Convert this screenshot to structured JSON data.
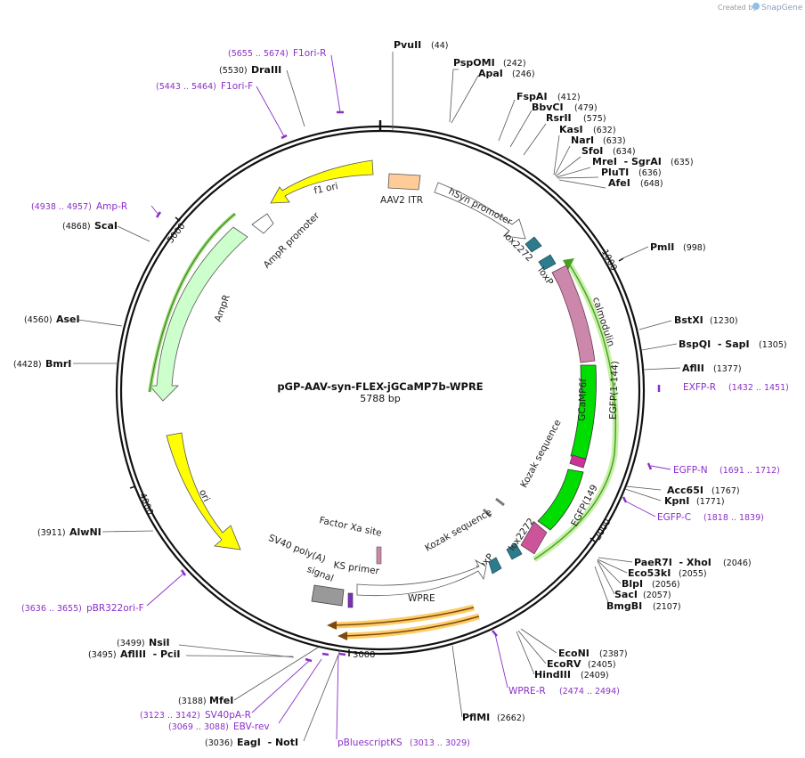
{
  "credit": {
    "prefix": "Created by",
    "brand": "SnapGene"
  },
  "plasmid": {
    "name": "pGP-AAV-syn-FLEX-jGCaMP7b-WPRE",
    "length_label": "5788 bp"
  },
  "ticks": [
    "1000",
    "2000",
    "3000",
    "4000",
    "5000"
  ],
  "sites": [
    {
      "label": "PvuII",
      "pos": "(44)"
    },
    {
      "label": "PspOMI",
      "pos": "(242)"
    },
    {
      "label": "ApaI",
      "pos": "(246)"
    },
    {
      "label": "FspAI",
      "pos": "(412)"
    },
    {
      "label": "BbvCI",
      "pos": "(479)"
    },
    {
      "label": "RsrII",
      "pos": "(575)"
    },
    {
      "label": "KasI",
      "pos": "(632)"
    },
    {
      "label": "NarI",
      "pos": "(633)"
    },
    {
      "label": "SfoI",
      "pos": "(634)"
    },
    {
      "label": "MreI  - SgrAI",
      "pos": "(635)"
    },
    {
      "label": "PluTI",
      "pos": "(636)"
    },
    {
      "label": "AfeI",
      "pos": "(648)"
    },
    {
      "label": "PmlI",
      "pos": "(998)"
    },
    {
      "label": "BstXI",
      "pos": "(1230)"
    },
    {
      "label": "BspQI  - SapI",
      "pos": "(1305)"
    },
    {
      "label": "AflII",
      "pos": "(1377)"
    },
    {
      "label": "Acc65I",
      "pos": "(1767)"
    },
    {
      "label": "KpnI",
      "pos": "(1771)"
    },
    {
      "label": "PaeR7I  - XhoI",
      "pos": "(2046)"
    },
    {
      "label": "Eco53kI",
      "pos": "(2055)"
    },
    {
      "label": "BlpI",
      "pos": "(2056)"
    },
    {
      "label": "SacI",
      "pos": "(2057)"
    },
    {
      "label": "BmgBI",
      "pos": "(2107)"
    },
    {
      "label": "EcoNI",
      "pos": "(2387)"
    },
    {
      "label": "EcoRV",
      "pos": "(2405)"
    },
    {
      "label": "HindIII",
      "pos": "(2409)"
    },
    {
      "label": "PflMI",
      "pos": "(2662)"
    },
    {
      "label": "EagI  - NotI",
      "pos": "(3036)"
    },
    {
      "label": "MfeI",
      "pos": "(3188)"
    },
    {
      "label": "NsiI",
      "pos": "(3499)"
    },
    {
      "label": "AflIII  - PciI",
      "pos": "(3495)"
    },
    {
      "label": "AlwNI",
      "pos": "(3911)"
    },
    {
      "label": "BmrI",
      "pos": "(4428)"
    },
    {
      "label": "AseI",
      "pos": "(4560)"
    },
    {
      "label": "ScaI",
      "pos": "(4868)"
    },
    {
      "label": "DraIII",
      "pos": "(5530)"
    }
  ],
  "primers": [
    {
      "label": "EXFP-R",
      "pos": "(1432 .. 1451)"
    },
    {
      "label": "EGFP-N",
      "pos": "(1691 .. 1712)"
    },
    {
      "label": "EGFP-C",
      "pos": "(1818 .. 1839)"
    },
    {
      "label": "WPRE-R",
      "pos": "(2474 .. 2494)"
    },
    {
      "label": "pBluescriptKS",
      "pos": "(3013 .. 3029)"
    },
    {
      "label": "EBV-rev",
      "pos": "(3069 .. 3088)"
    },
    {
      "label": "SV40pA-R",
      "pos": "(3123 .. 3142)"
    },
    {
      "label": "pBR322ori-F",
      "pos": "(3636 .. 3655)"
    },
    {
      "label": "Amp-R",
      "pos": "(4938 .. 4957)"
    },
    {
      "label": "F1ori-F",
      "pos": "(5443 .. 5464)"
    },
    {
      "label": "F1ori-R",
      "pos": "(5655 .. 5674)"
    }
  ],
  "features": {
    "aav2_itr": "AAV2 ITR",
    "hsyn": "hSyn promoter",
    "lox2272_a": "lox2272",
    "loxp_a": "loxP",
    "calmodulin": "calmodulin",
    "gcamp6f": "GCaMP6f",
    "egfp_1_144": "EGFP(1-144)",
    "kozak_a": "Kozak sequence",
    "kozak_b": "Kozak sequence",
    "egfp_149": "EGFP(149",
    "lox2272_b": "lox2272",
    "loxp_b": "loxP",
    "wpre": "WPRE",
    "factor_xa": "Factor Xa site",
    "ks_primer": "KS primer",
    "sv40_a": "SV40 poly(A)",
    "sv40_b": "signal",
    "ori": "ori",
    "ampr": "AmpR",
    "ampr_promoter": "AmpR promoter",
    "f1_ori": "f1 ori"
  },
  "colors": {
    "backbone": "#111111",
    "primer": "#8b2fc9",
    "ori": "#ffff00",
    "ampr": "#ccffcc",
    "itr": "#ffcc99",
    "lox": "#2e7b8c",
    "calmodulin": "#cc88aa",
    "egfp": "#00dd00",
    "wpre_arrows": "#ffcc66",
    "grey_box": "#999999",
    "ks_primer": "#7b2fbf"
  }
}
